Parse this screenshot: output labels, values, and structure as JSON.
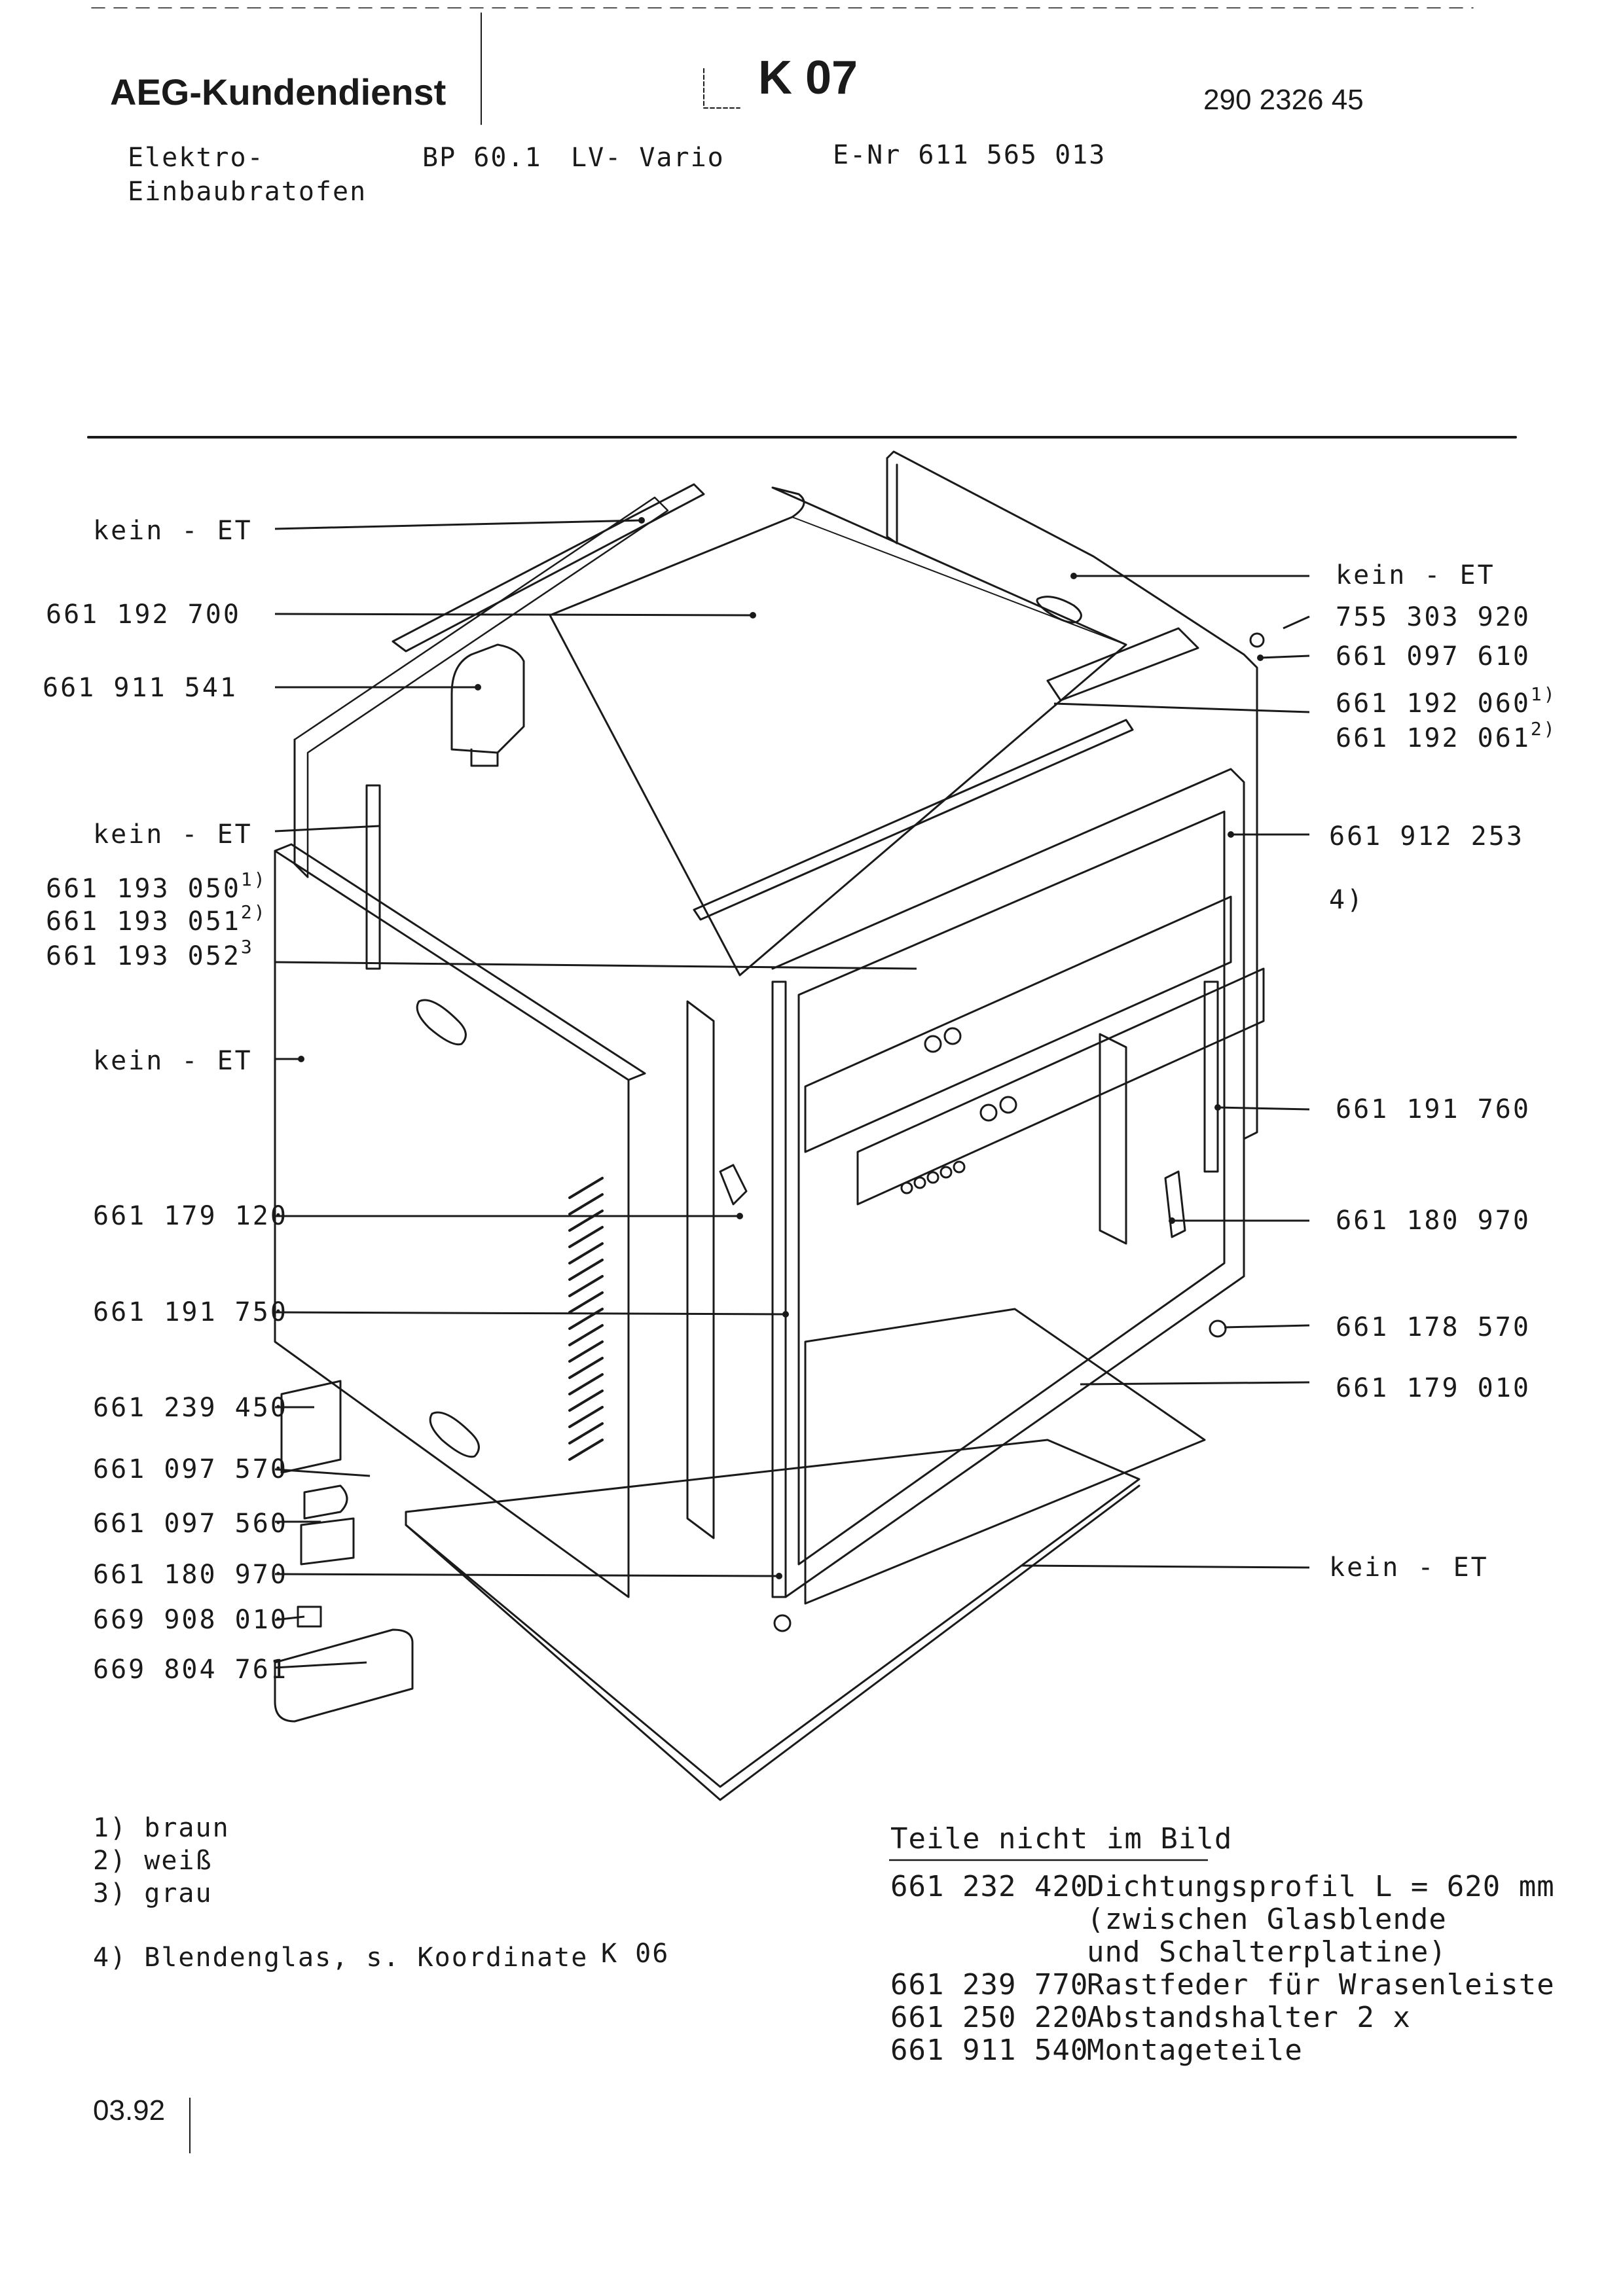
{
  "header": {
    "brand": "AEG-Kundendienst",
    "page_code": "K 07",
    "doc_number": "290 2326 45",
    "device_type_line1": "Elektro-",
    "device_type_line2": "Einbaubratofen",
    "model": "BP 60.1",
    "variant": "LV- Vario",
    "enr": "E-Nr 611 565 013"
  },
  "callouts_left": [
    {
      "text": "kein - ET"
    },
    {
      "text": "661 192 700"
    },
    {
      "text": "661 911 541"
    },
    {
      "text": "kein - ET"
    },
    {
      "text": "661 193 050",
      "sup": "1)"
    },
    {
      "text": "661 193 051",
      "sup": "2)"
    },
    {
      "text": "661 193 052",
      "sup": "3"
    },
    {
      "text": "kein - ET"
    },
    {
      "text": "661 179 120"
    },
    {
      "text": "661 191 750"
    },
    {
      "text": "661 239 450"
    },
    {
      "text": "661 097 570"
    },
    {
      "text": "661 097 560"
    },
    {
      "text": "661 180 970"
    },
    {
      "text": "669 908 010"
    },
    {
      "text": "669 804 761"
    }
  ],
  "callouts_right": [
    {
      "text": "kein - ET"
    },
    {
      "text": "755 303 920"
    },
    {
      "text": "661 097 610"
    },
    {
      "text": "661 192 060",
      "sup": "1)"
    },
    {
      "text": "661 192 061",
      "sup": "2)"
    },
    {
      "text": "661 912 253"
    },
    {
      "text": "4)"
    },
    {
      "text": "661 191 760"
    },
    {
      "text": "661 180 970"
    },
    {
      "text": "661 178 570"
    },
    {
      "text": "661 179 010"
    },
    {
      "text": "kein - ET"
    }
  ],
  "footnotes": {
    "n1": "1) braun",
    "n2": "2) weiß",
    "n3": "3) grau",
    "n4": "4) Blendenglas, s. Koordinate",
    "n4_ref": "K 06"
  },
  "parts_not_shown": {
    "title": "Teile nicht im Bild",
    "items": [
      {
        "number": "661 232 420",
        "text": "Dichtungsprofil L = 620 mm"
      },
      {
        "number": "",
        "text": "(zwischen Glasblende"
      },
      {
        "number": "",
        "text": "und Schalterplatine)"
      },
      {
        "number": "661 239 770",
        "text": "Rastfeder für Wrasenleiste"
      },
      {
        "number": "661 250 220",
        "text": "Abstandshalter 2 x"
      },
      {
        "number": "661 911 540",
        "text": "Montageteile"
      }
    ]
  },
  "date": "03.92"
}
